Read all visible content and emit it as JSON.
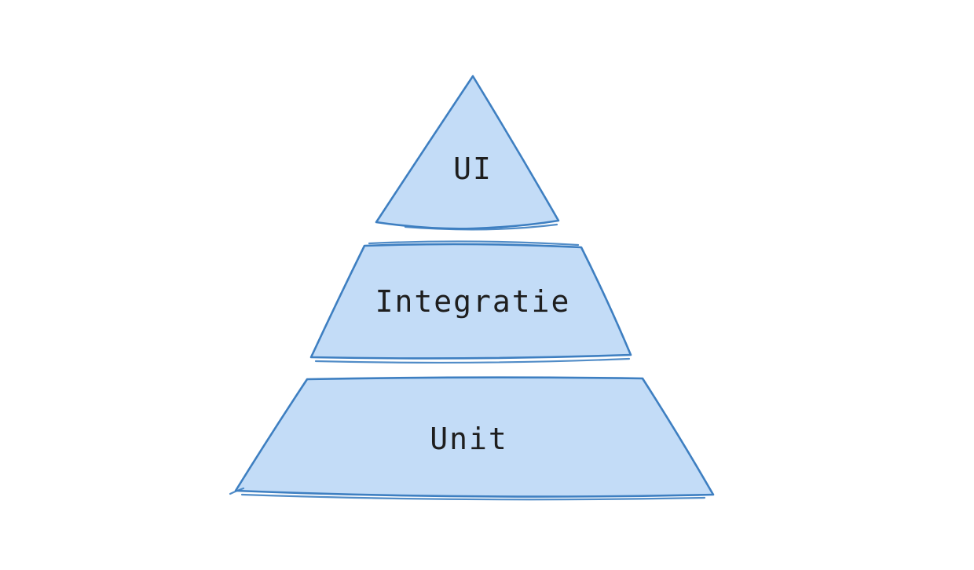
{
  "diagram": {
    "type": "pyramid",
    "layers": [
      {
        "label": "UI",
        "position": "top"
      },
      {
        "label": "Integratie",
        "position": "middle"
      },
      {
        "label": "Unit",
        "position": "bottom"
      }
    ]
  },
  "colors": {
    "background": "#ffffff",
    "shape-fill": "#c3dcf7",
    "shape-stroke": "#3e7fc1",
    "text-color": "#1e1e1e"
  }
}
